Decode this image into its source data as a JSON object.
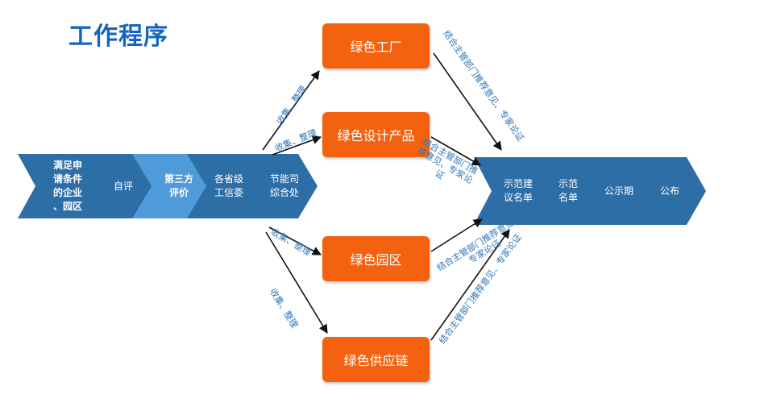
{
  "title": "工作程序",
  "colors": {
    "title": "#1565c0",
    "chevron_dark": "#2e6ea7",
    "chevron_light": "#4f9ad8",
    "box": "#f5620f",
    "note": "#2e75b6",
    "arrow": "#111111"
  },
  "left_flow": [
    {
      "id": "apply",
      "lines": [
        "满足申",
        "请条件",
        "的企业",
        "、园区"
      ],
      "bold": true,
      "shade": "dark"
    },
    {
      "id": "self_eval",
      "lines": [
        "自评"
      ],
      "bold": false,
      "shade": "dark"
    },
    {
      "id": "third_party",
      "lines": [
        "第三方",
        "评价"
      ],
      "bold": true,
      "shade": "light"
    },
    {
      "id": "provincial",
      "lines": [
        "各省级",
        "工信委"
      ],
      "bold": false,
      "shade": "dark"
    },
    {
      "id": "energy_dept",
      "lines": [
        "节能司",
        "综合处"
      ],
      "bold": false,
      "shade": "dark"
    }
  ],
  "right_flow": [
    {
      "id": "proposed_list",
      "lines": [
        "示范建",
        "议名单"
      ]
    },
    {
      "id": "demo_list",
      "lines": [
        "示范",
        "名单"
      ]
    },
    {
      "id": "publicity",
      "lines": [
        "公示期"
      ]
    },
    {
      "id": "publish",
      "lines": [
        "公布"
      ]
    }
  ],
  "categories": [
    {
      "id": "factory",
      "label": "绿色工厂"
    },
    {
      "id": "design_product",
      "label": "绿色设计产品"
    },
    {
      "id": "park",
      "label": "绿色园区"
    },
    {
      "id": "supply_chain",
      "label": "绿色供应链"
    }
  ],
  "collect_notes": {
    "factory": "收集、整理",
    "design_product": "收集、整理",
    "park": "收集、整理",
    "supply_chain": "收集、整理"
  },
  "review_notes": {
    "factory": "结合主管部门推荐意见、专家论证",
    "design_product": "结合主管部门推荐意见、专家论证",
    "park": "结合主管部门推荐意见、专家论证",
    "supply_chain": "结合主管部门推荐意见、专家论证"
  }
}
